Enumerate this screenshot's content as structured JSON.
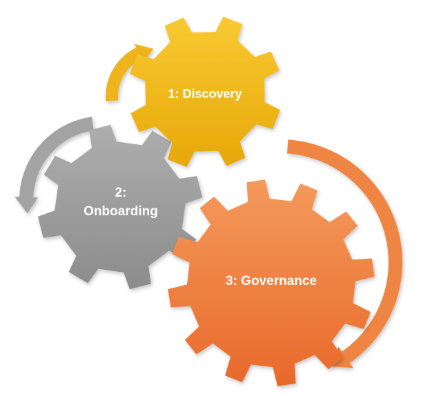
{
  "diagram": {
    "gears": [
      {
        "id": "discovery",
        "lines": [
          "1: Discovery"
        ],
        "color_top": "#F8C933",
        "color_bottom": "#E7A808"
      },
      {
        "id": "onboarding",
        "lines": [
          "2:",
          "Onboarding"
        ],
        "color_top": "#AEAEAE",
        "color_bottom": "#8C8C8C"
      },
      {
        "id": "governance",
        "lines": [
          "3: Governance"
        ],
        "color_top": "#F49A5C",
        "color_bottom": "#E8692A"
      }
    ],
    "arrows": [
      {
        "id": "yellow-arrow",
        "color": "#EFB31C"
      },
      {
        "id": "gray-arrow",
        "color": "#A3A3A3"
      },
      {
        "id": "orange-arrow",
        "color": "#EF8542"
      }
    ]
  }
}
